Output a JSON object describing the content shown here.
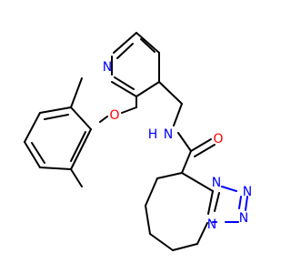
{
  "molecule": {
    "atoms": {
      "n_pyridine": "N",
      "o_ether": "O",
      "n_amide": "N",
      "h_amide": "H",
      "o_carbonyl": "O",
      "n_tetrazole_1": "N",
      "n_tetrazole_2": "N",
      "n_tetrazole_3": "N",
      "n_tetrazole_4": "N"
    },
    "colors": {
      "carbon_bond": "#000000",
      "nitrogen": "#0000ff",
      "oxygen": "#ff0000",
      "background": "#ffffff"
    }
  }
}
